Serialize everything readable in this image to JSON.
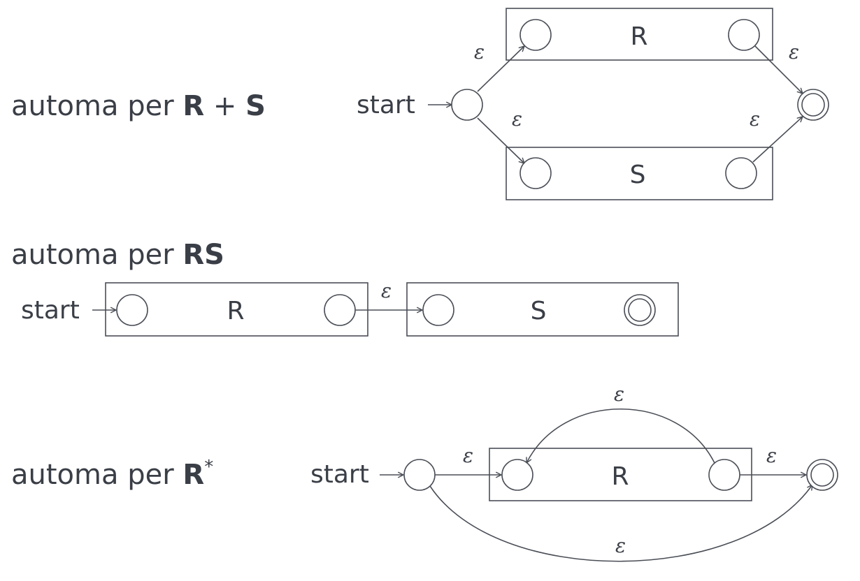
{
  "diagrams": {
    "union": {
      "caption_text": "automa per ",
      "caption_r": "R",
      "caption_op": " + ",
      "caption_s": "S",
      "start_label": "start",
      "box_r_label": "R",
      "box_s_label": "S",
      "epsilon": "ε"
    },
    "concat": {
      "caption_text": "automa per ",
      "caption_rs": "RS",
      "start_label": "start",
      "box_r_label": "R",
      "box_s_label": "S",
      "epsilon": "ε"
    },
    "star": {
      "caption_text": "automa per ",
      "caption_r": "R",
      "caption_sup": "*",
      "start_label": "start",
      "box_r_label": "R",
      "epsilon": "ε"
    }
  }
}
